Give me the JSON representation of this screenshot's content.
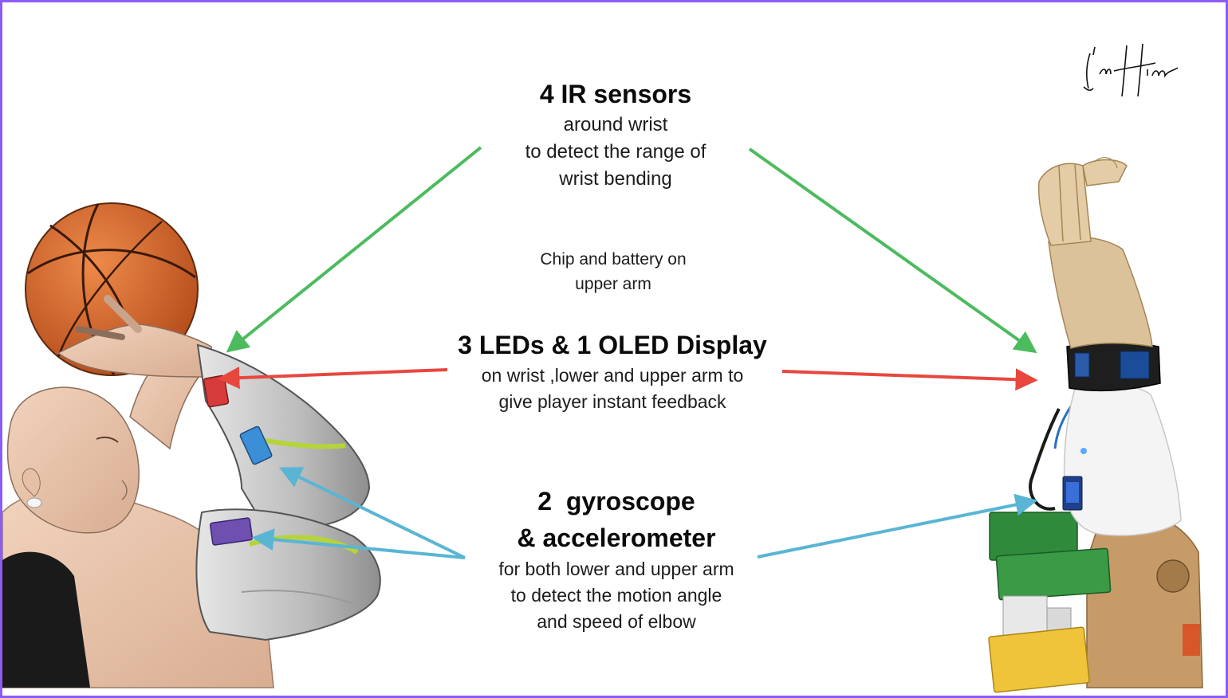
{
  "brand": {
    "signature": "I'mHim"
  },
  "colors": {
    "frame": "#8b5cf6",
    "green_arrow": "#4cbb5e",
    "red_arrow": "#e8473e",
    "blue_arrow": "#5ab5d4",
    "ball": "#d9672e",
    "band_red": "#d63a3a",
    "band_blue": "#3b8fd6",
    "band_purple": "#6f4fb0",
    "board_green": "#2f8a3c",
    "board_yellow": "#f0c43a",
    "cardboard": "#c79b68",
    "wood": "#dcc29a"
  },
  "labels": {
    "ir": {
      "title": "4 IR sensors",
      "lines": [
        "around wrist",
        "to detect the range of",
        "wrist bending"
      ]
    },
    "chip": {
      "lines": [
        "Chip and battery on",
        "upper arm"
      ]
    },
    "led": {
      "title": "3 LEDs & 1 OLED Display",
      "lines": [
        "on wrist ,lower and upper arm to",
        "give player instant feedback"
      ]
    },
    "gyro": {
      "title_lines": [
        "2  gyroscope",
        "& accelerometer"
      ],
      "lines": [
        "for both lower and upper arm",
        "to detect the motion angle",
        "and speed of elbow"
      ]
    }
  },
  "illustrations": {
    "left": "basketball player sketch with sensor sleeve",
    "right": "prototype wooden arm with sensors and boards"
  }
}
